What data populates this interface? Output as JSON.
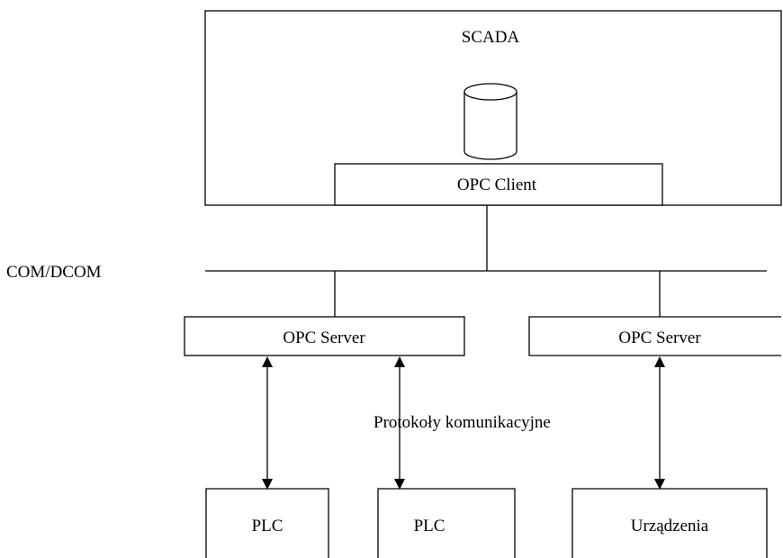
{
  "scada": {
    "label": "SCADA"
  },
  "opc_client": {
    "label": "OPC Client"
  },
  "bus": {
    "label": "COM/DCOM"
  },
  "servers": [
    {
      "label": "OPC Server"
    },
    {
      "label": "OPC Server"
    }
  ],
  "protocols": {
    "label": "Protokoły komunikacyjne"
  },
  "devices": [
    {
      "label": "PLC"
    },
    {
      "label": "PLC"
    },
    {
      "label": "Urządzenia"
    }
  ]
}
